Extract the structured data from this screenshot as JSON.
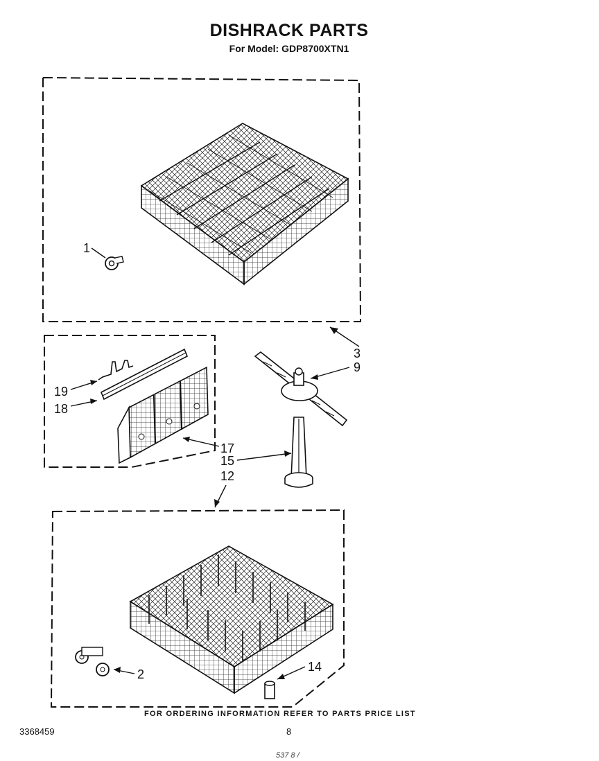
{
  "header": {
    "title": "DISHRACK PARTS",
    "subtitle": "For Model: GDP8700XTN1"
  },
  "callouts": {
    "c1": "1",
    "c2": "2",
    "c3": "3",
    "c9": "9",
    "c12": "12",
    "c14": "14",
    "c15": "15",
    "c17": "17",
    "c18": "18",
    "c19": "19"
  },
  "footer": {
    "note": "FOR ORDERING INFORMATION REFER TO PARTS PRICE LIST",
    "doc_number": "3368459",
    "page_number": "8",
    "scribble": "537 8 /"
  }
}
